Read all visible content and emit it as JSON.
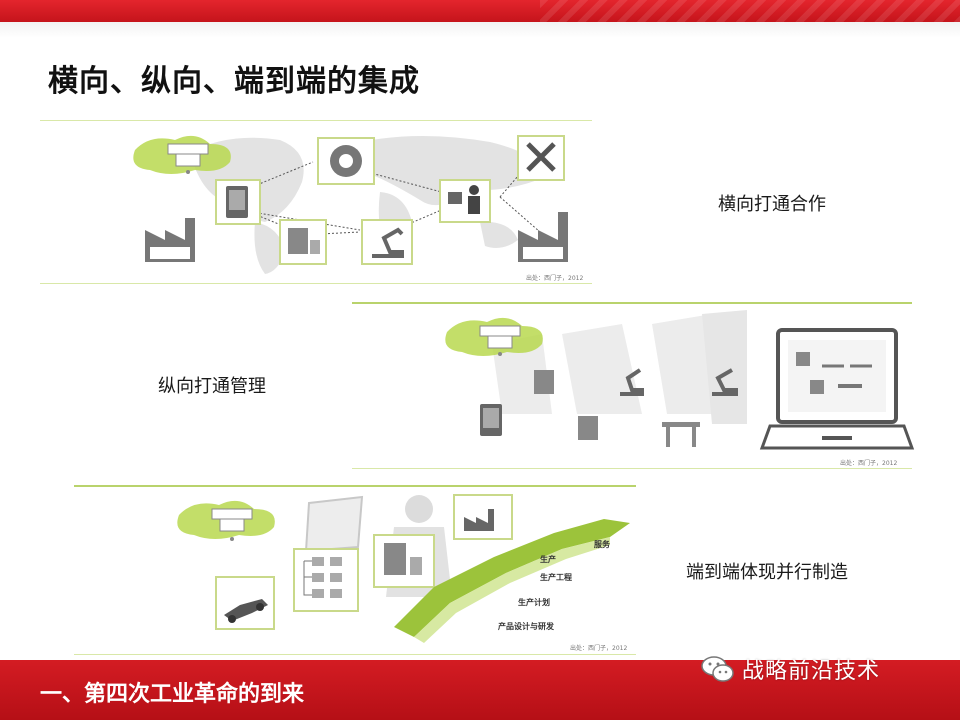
{
  "slide": {
    "title": "横向、纵向、端到端的集成",
    "footer_title": "一、第四次工业革命的到来",
    "watermark": "战略前沿技术"
  },
  "panels": [
    {
      "caption": "横向打通合作",
      "source": "出处：西门子，2012"
    },
    {
      "caption": "纵向打通管理",
      "source": "出处：西门子，2012"
    },
    {
      "caption": "端到端体现并行制造",
      "source": "出处：西门子，2012",
      "stages": [
        "服务",
        "生产",
        "生产工程",
        "生产计划",
        "产品设计与研发"
      ]
    }
  ],
  "colors": {
    "brand_red": "#d41c23",
    "accent_green": "#9cc33b",
    "icon_gray": "#555555"
  }
}
